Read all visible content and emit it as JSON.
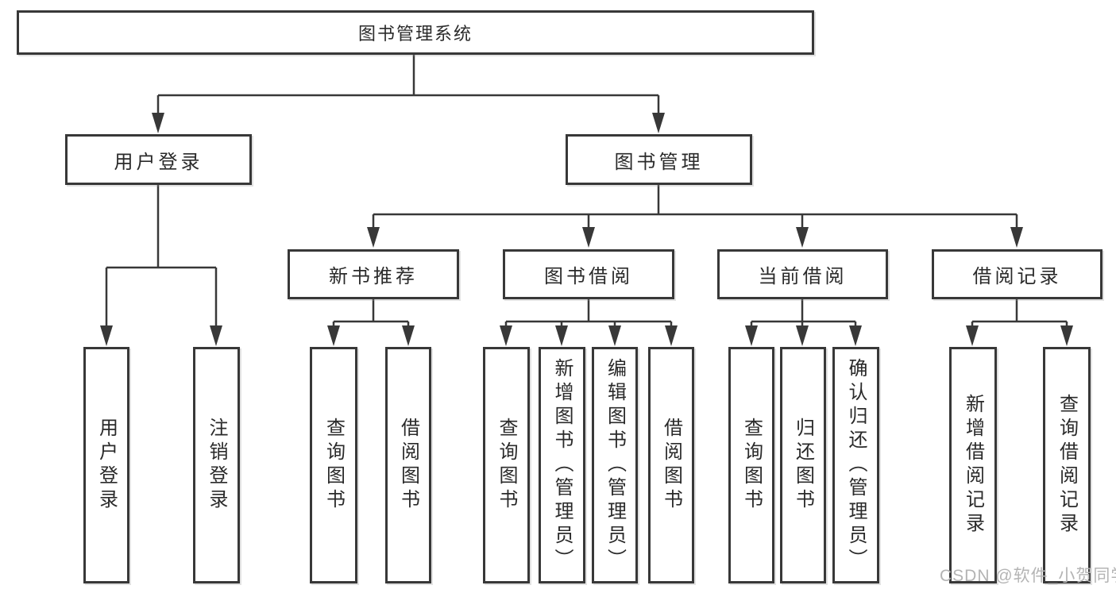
{
  "diagram": {
    "root": {
      "label": "图书管理系统"
    },
    "branches": [
      {
        "label": "用户登录",
        "children": [
          {
            "label": "用户登录"
          },
          {
            "label": "注销登录"
          }
        ]
      },
      {
        "label": "图书管理",
        "children": [
          {
            "label": "新书推荐",
            "children": [
              {
                "label": "查询图书"
              },
              {
                "label": "借阅图书"
              }
            ]
          },
          {
            "label": "图书借阅",
            "children": [
              {
                "label": "查询图书"
              },
              {
                "label": "新增图书（管理员）"
              },
              {
                "label": "编辑图书（管理员）"
              },
              {
                "label": "借阅图书"
              }
            ]
          },
          {
            "label": "当前借阅",
            "children": [
              {
                "label": "查询图书"
              },
              {
                "label": "归还图书"
              },
              {
                "label": "确认归还（管理员）"
              }
            ]
          },
          {
            "label": "借阅记录",
            "children": [
              {
                "label": "新增借阅记录"
              },
              {
                "label": "查询借阅记录"
              }
            ]
          }
        ]
      }
    ]
  },
  "watermark": {
    "text": "CSDN @软件_小贺同学"
  },
  "colors": {
    "ink": "#383838",
    "text": "#2a2a2a",
    "watermark": "#b4b4b4",
    "background": "#ffffff"
  }
}
